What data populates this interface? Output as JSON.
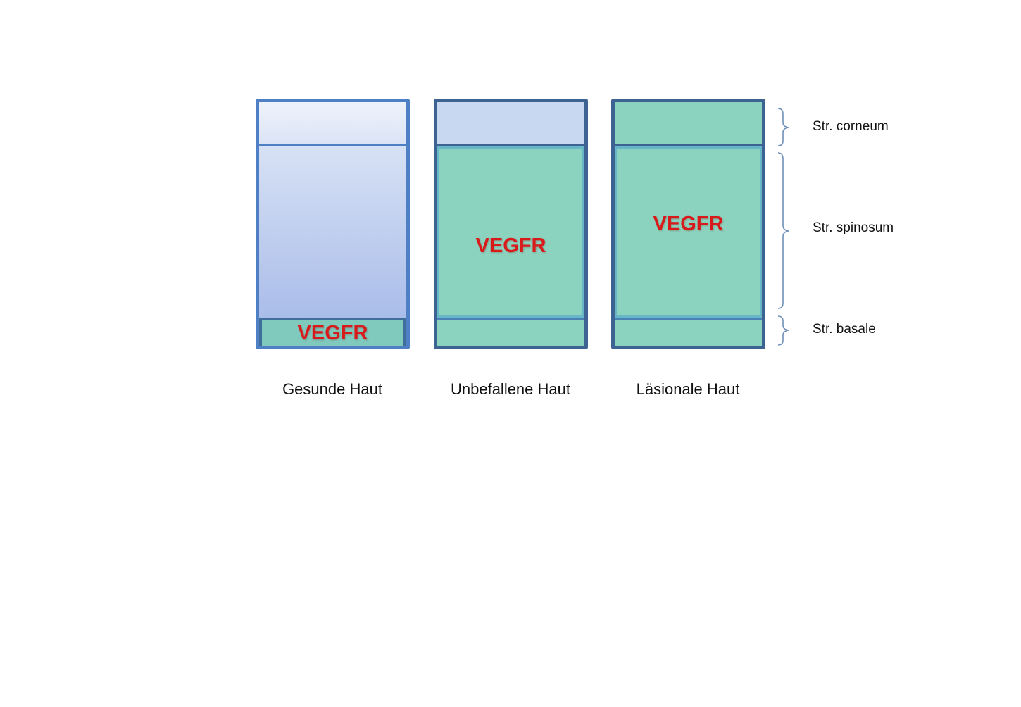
{
  "marker_label": "VEGFR",
  "panels": [
    {
      "caption": "Gesunde Haut",
      "vegfr_layer": "Str. basale"
    },
    {
      "caption": "Unbefallene Haut",
      "vegfr_layer": "Str. spinosum + Str. basale"
    },
    {
      "caption": "Läsionale Haut",
      "vegfr_layer": "Str. corneum + Str. spinosum + Str. basale"
    }
  ],
  "layers": {
    "corneum": "Str. corneum",
    "spinosum": "Str. spinosum",
    "basale": "Str. basale"
  },
  "colors": {
    "marker_text": "#d91a1a",
    "vegfr_region": "#8cd3bf",
    "normal_region": "#c9d8f1",
    "border": "#4f7fc4"
  }
}
